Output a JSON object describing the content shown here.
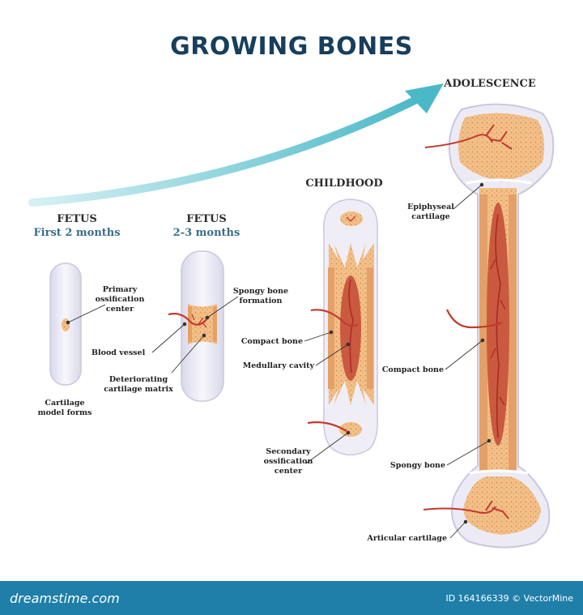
{
  "title": "GROWING BONES",
  "stages": [
    {
      "name": "FETUS",
      "sub": "First 2 months"
    },
    {
      "name": "FETUS",
      "sub": "2-3 months"
    },
    {
      "name": "CHILDHOOD"
    },
    {
      "name": "ADOLESCENCE"
    }
  ],
  "labels": {
    "primary_ossification": "Primary ossification center",
    "blood_vessel": "Blood vessel",
    "deteriorating": "Deteriorating cartilage matrix",
    "cartilage_model": "Cartilage model forms",
    "spongy_formation": "Spongy bone formation",
    "compact_child": "Compact bone",
    "medullary": "Medullary cavity",
    "secondary": "Secondary ossification center",
    "epiphyseal": "Epiphyseal cartilage",
    "compact_adol": "Compact bone",
    "spongy_adol": "Spongy bone",
    "articular": "Articular cartilage"
  },
  "footer": {
    "brand": "dreamstime.com",
    "credit": "ID 164166339 © VectorMine"
  },
  "colors": {
    "title": "#173f5c",
    "arrow": "#5fc3cf",
    "bone": "#efb97a",
    "vessel": "#c23a2e",
    "cartilage": "#ecebf5",
    "footer": "#1f7fa8"
  }
}
